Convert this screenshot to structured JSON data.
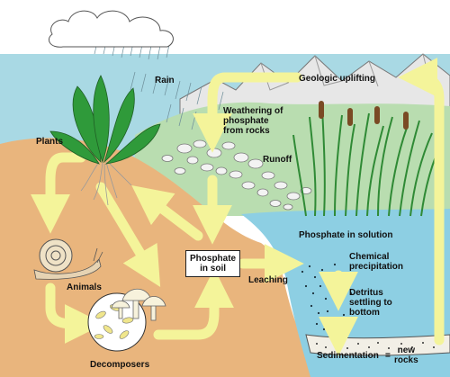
{
  "colors": {
    "sky": "#a9d9e4",
    "soil": "#e9b57d",
    "water": "#8dcfe3",
    "arrow": "#f4f49a",
    "hill": "#b9ddb0",
    "mountain": "#e7e7e7",
    "leaf": "#2f9a3a"
  },
  "labels": {
    "rain": "Rain",
    "geologic_uplifting": "Geologic uplifting",
    "weathering": [
      "Weathering of",
      "phosphate",
      "from rocks"
    ],
    "runoff": "Runoff",
    "plants": "Plants",
    "animals": "Animals",
    "decomposers": "Decomposers",
    "phosphate_in_soil": [
      "Phosphate",
      "in soil"
    ],
    "leaching": "Leaching",
    "phosphate_in_solution": "Phosphate in solution",
    "chemical_precipitation": [
      "Chemical",
      "precipitation"
    ],
    "detritus": [
      "Detritus",
      "settling to",
      "bottom"
    ],
    "sedimentation": "Sedimentation",
    "new_rocks": [
      "new",
      "rocks"
    ]
  },
  "icons": [
    "cloud-icon",
    "rain-icon",
    "plant-icon",
    "snail-icon",
    "mushroom-icon",
    "cattail-icon",
    "rocks-icon",
    "mountain-icon"
  ]
}
